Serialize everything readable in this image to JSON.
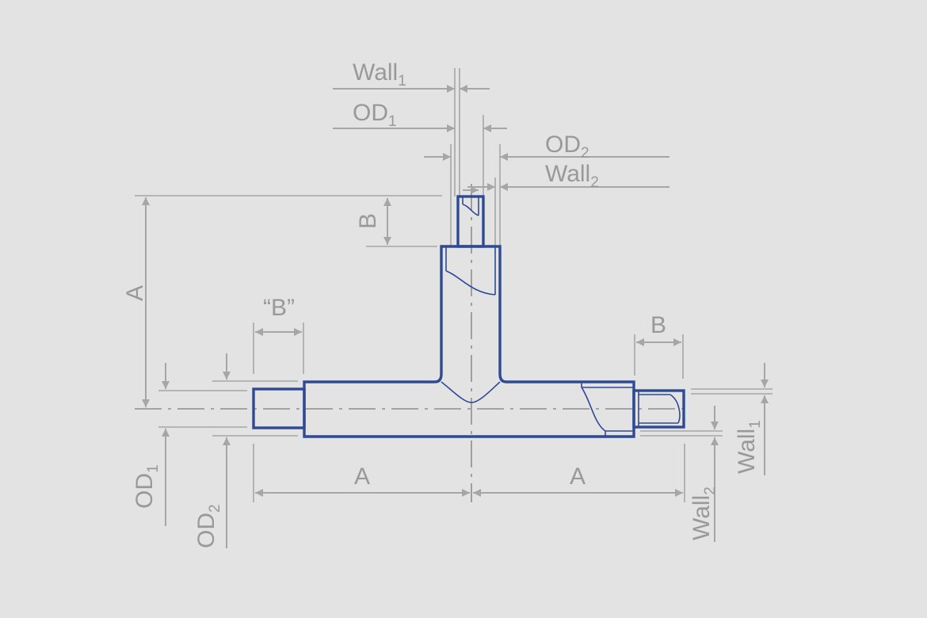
{
  "colors": {
    "background": "#e4e3e4",
    "dimension_lines": "#a6a6a6",
    "labels": "#999999",
    "fitting_outline": "#2f4a94"
  },
  "labels": {
    "wall1_top": {
      "base": "Wall",
      "sub": "1"
    },
    "od1_top": {
      "base": "OD",
      "sub": "1"
    },
    "od2_top": {
      "base": "OD",
      "sub": "2"
    },
    "wall2_top": {
      "base": "Wall",
      "sub": "2"
    },
    "b_branch": "B",
    "a_vertical": "A",
    "b_quoted": "“B”",
    "b_right": "B",
    "a_left": "A",
    "a_right": "A",
    "od1_left": {
      "base": "OD",
      "sub": "1"
    },
    "od2_left": {
      "base": "OD",
      "sub": "2"
    },
    "wall1_right": {
      "base": "Wall",
      "sub": "1"
    },
    "wall2_right": {
      "base": "Wall",
      "sub": "2"
    }
  }
}
